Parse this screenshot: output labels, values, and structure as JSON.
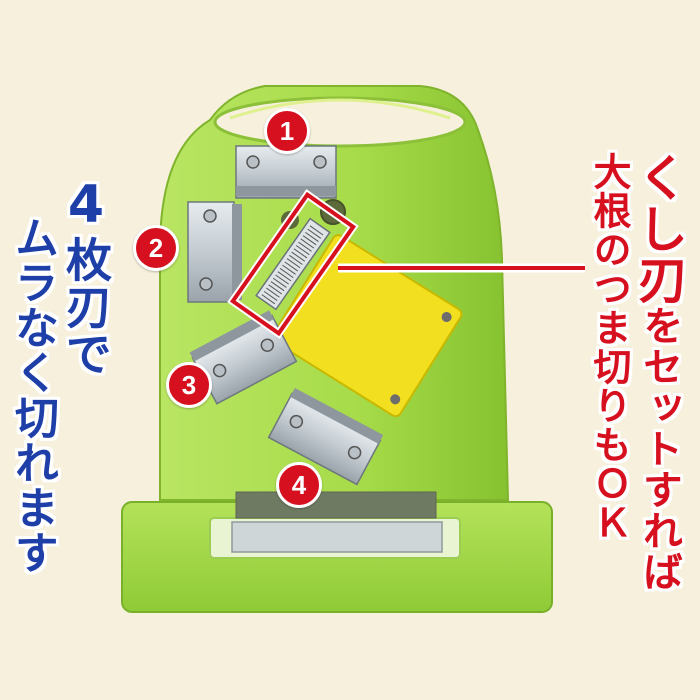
{
  "left_caption": {
    "title_number": "4",
    "title_rest": "枚刃で",
    "subtitle": "ムラなく切れます"
  },
  "right_caption": {
    "title_main": "くし刃",
    "title_rest": "をセットすれば",
    "subtitle": "大根のつま切りもＯＫ"
  },
  "blade_markers": [
    "1",
    "2",
    "3",
    "4"
  ],
  "colors": {
    "background": "#f6f0dc",
    "body_green": "#a8dc4a",
    "plate_yellow": "#f2e020",
    "accent_red": "#d6101e",
    "text_blue": "#1e3fa8"
  }
}
